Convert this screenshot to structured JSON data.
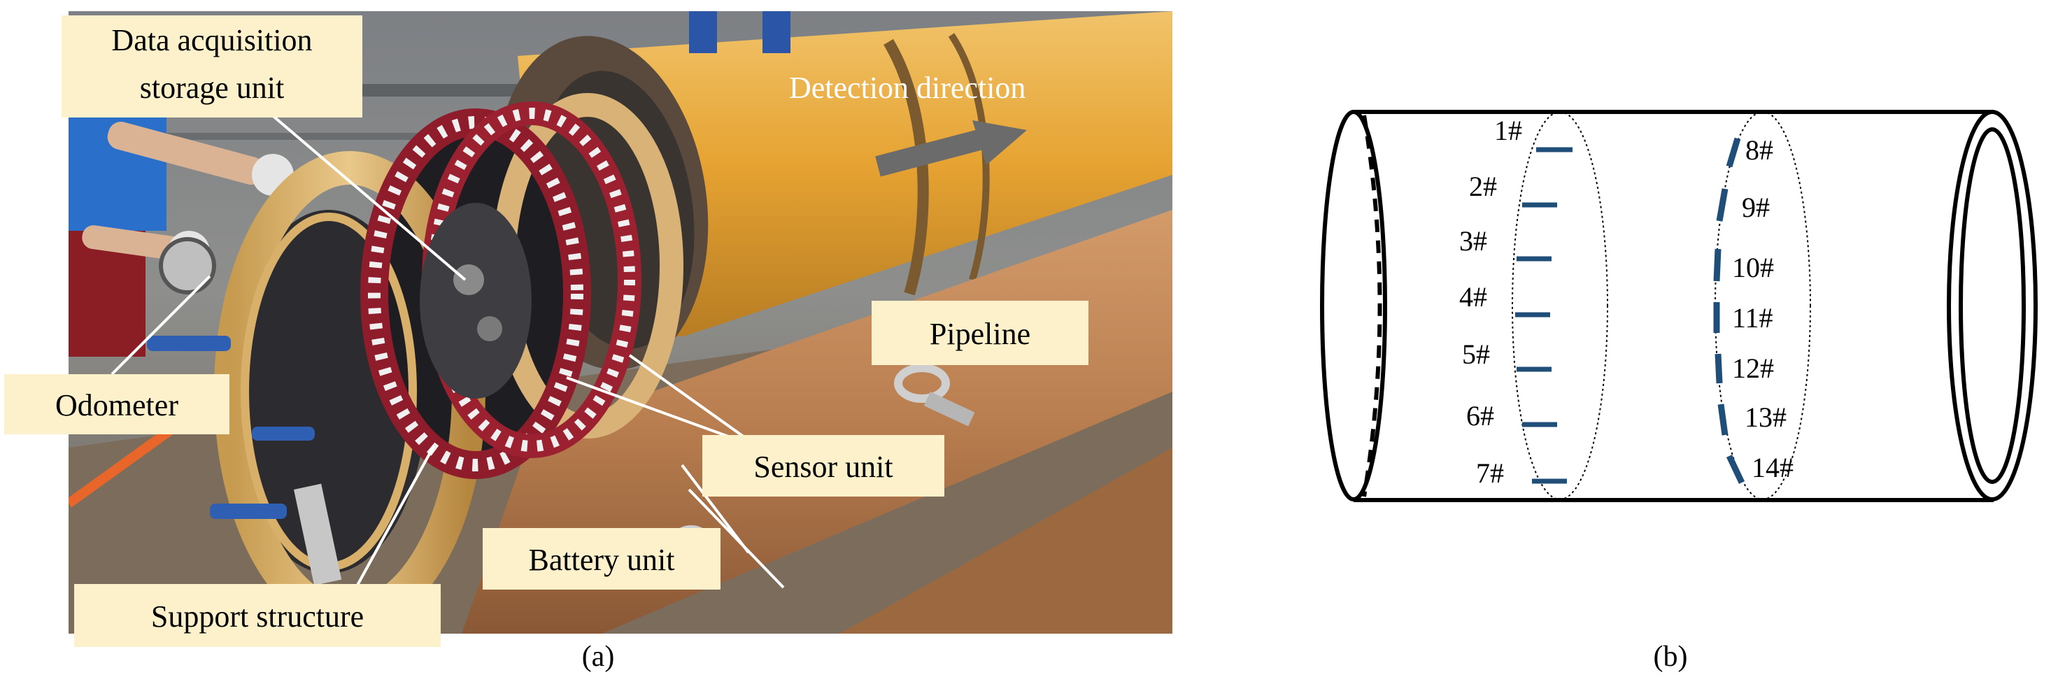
{
  "panel_a": {
    "caption": "(a)",
    "labels": {
      "data_acquisition_line1": "Data acquisition",
      "data_acquisition_line2": "storage unit",
      "detection_direction": "Detection direction",
      "odometer": "Odometer",
      "pipeline": "Pipeline",
      "sensor_unit": "Sensor unit",
      "battery_unit": "Battery unit",
      "support_structure": "Support structure"
    }
  },
  "panel_b": {
    "caption": "(b)",
    "left_ring_sensors": [
      "1#",
      "2#",
      "3#",
      "4#",
      "5#",
      "6#",
      "7#"
    ],
    "right_ring_sensors": [
      "8#",
      "9#",
      "10#",
      "11#",
      "12#",
      "13#",
      "14#"
    ]
  },
  "colors": {
    "label_box": "#fdf1cc",
    "sensor_mark": "#1f4e79",
    "arrow": "#6b6b6b",
    "pipe_yellow": "#e6a332",
    "rust": "#b97e4f"
  }
}
